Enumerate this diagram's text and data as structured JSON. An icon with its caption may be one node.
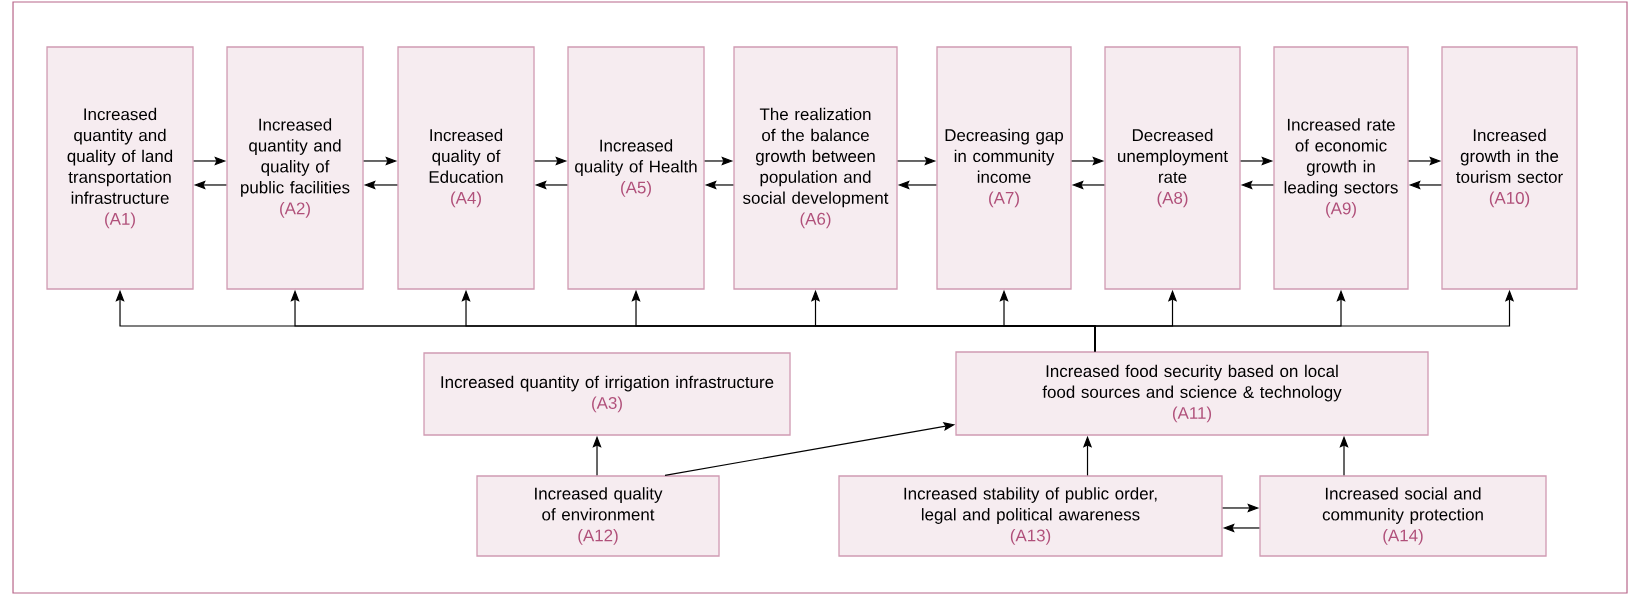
{
  "diagram": {
    "nodes": [
      {
        "text": [
          "Increased quantity and quality of land transportation infrastructure",
          "(A1)"
        ]
      },
      {
        "text": [
          "Increased quantity and quality of public facilities",
          "(A2)"
        ]
      },
      {
        "text": [
          "Increased quality of Education",
          "(A4)"
        ]
      },
      {
        "text": [
          "Increased quality of Health",
          "(A5)"
        ]
      },
      {
        "text": [
          "The realization of the balance growth between population and social development",
          "(A6)"
        ]
      },
      {
        "text": [
          "Decreasing gap in community income",
          "(A7)"
        ]
      },
      {
        "text": [
          "Decreased unemployment rate",
          "(A8)"
        ]
      },
      {
        "text": [
          "Increased rate of economic growth in leading sectors",
          "(A9)"
        ]
      },
      {
        "text": [
          "Increased growth in the tourism sector",
          "(A10)"
        ]
      },
      {
        "text": [
          "Increased quantity of irrigation infrastructure",
          "(A3)"
        ]
      },
      {
        "text": [
          "Increased food security based on local food sources and science & technology",
          "(A11)"
        ]
      },
      {
        "text": [
          "Increased quality of environment",
          "(A12)"
        ]
      },
      {
        "text": [
          "Increased stability of public order, legal and political awareness",
          "(A13)"
        ]
      },
      {
        "text": [
          "Increased social and community protection",
          "(A14)"
        ]
      }
    ],
    "edges": [
      {
        "from": 0,
        "to": 1,
        "arrow": "to"
      },
      {
        "from": 1,
        "to": 0,
        "arrow": "to"
      },
      {
        "from": 1,
        "to": 2,
        "arrow": "to"
      },
      {
        "from": 2,
        "to": 1,
        "arrow": "to"
      },
      {
        "from": 2,
        "to": 3,
        "arrow": "to"
      },
      {
        "from": 3,
        "to": 2,
        "arrow": "to"
      },
      {
        "from": 3,
        "to": 4,
        "arrow": "to"
      },
      {
        "from": 4,
        "to": 3,
        "arrow": "to"
      },
      {
        "from": 4,
        "to": 5,
        "arrow": "to"
      },
      {
        "from": 5,
        "to": 4,
        "arrow": "to"
      },
      {
        "from": 5,
        "to": 6,
        "arrow": "to"
      },
      {
        "from": 6,
        "to": 5,
        "arrow": "to"
      },
      {
        "from": 6,
        "to": 7,
        "arrow": "to"
      },
      {
        "from": 7,
        "to": 6,
        "arrow": "to"
      },
      {
        "from": 7,
        "to": 8,
        "arrow": "to"
      },
      {
        "from": 8,
        "to": 7,
        "arrow": "to"
      },
      {
        "from": 10,
        "to": 0,
        "arrow": "to"
      },
      {
        "from": 10,
        "to": 1,
        "arrow": "to"
      },
      {
        "from": 10,
        "to": 2,
        "arrow": "to"
      },
      {
        "from": 10,
        "to": 3,
        "arrow": "to"
      },
      {
        "from": 10,
        "to": 4,
        "arrow": "to"
      },
      {
        "from": 10,
        "to": 5,
        "arrow": "to"
      },
      {
        "from": 10,
        "to": 6,
        "arrow": "to"
      },
      {
        "from": 10,
        "to": 7,
        "arrow": "to"
      },
      {
        "from": 10,
        "to": 8,
        "arrow": "to"
      },
      {
        "from": 11,
        "to": 9,
        "arrow": "to"
      },
      {
        "from": 11,
        "to": 10,
        "arrow": "to"
      },
      {
        "from": 12,
        "to": 10,
        "arrow": "to"
      },
      {
        "from": 13,
        "to": 10,
        "arrow": "to"
      },
      {
        "from": 12,
        "to": 13,
        "arrow": "to"
      },
      {
        "from": 13,
        "to": 12,
        "arrow": "to"
      }
    ]
  }
}
